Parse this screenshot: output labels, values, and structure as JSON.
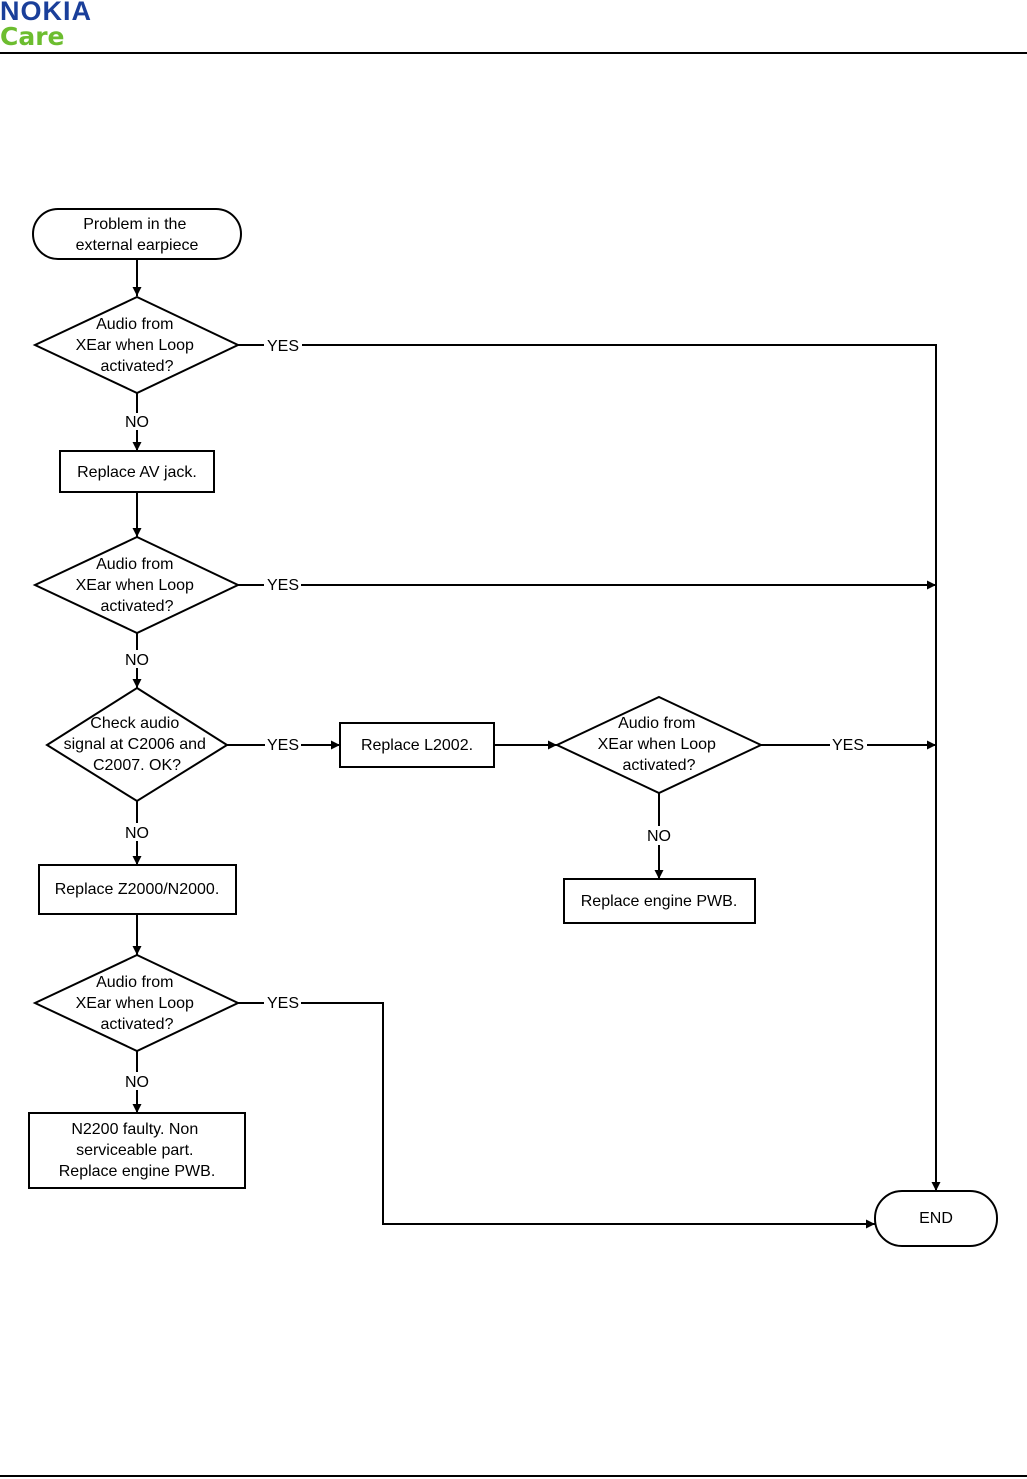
{
  "header": {
    "logo_brand": "NOKIA",
    "logo_sub": "Care",
    "brand_color": "#1a3f9a",
    "sub_color": "#6cbd2f"
  },
  "flowchart": {
    "start": [
      "Problem in the",
      "external earpiece"
    ],
    "decision_1": [
      "Audio from",
      "XEar when Loop",
      "activated?"
    ],
    "step_replace_av": [
      "Replace AV jack."
    ],
    "decision_2": [
      "Audio from",
      "XEar when Loop",
      "activated?"
    ],
    "decision_check": [
      "Check audio",
      "signal at C2006 and",
      "C2007. OK?"
    ],
    "step_replace_l2002": [
      "Replace L2002."
    ],
    "decision_3": [
      "Audio from",
      "XEar when Loop",
      "activated?"
    ],
    "step_engine_pwb_1": [
      "Replace engine PWB."
    ],
    "step_replace_z2000": [
      "Replace Z2000/N2000."
    ],
    "decision_4": [
      "Audio from",
      "XEar when Loop",
      "activated?"
    ],
    "step_n2200": [
      "N2200 faulty. Non",
      "serviceable part.",
      "Replace engine PWB."
    ],
    "end": [
      "END"
    ],
    "labels": {
      "yes_1": "YES",
      "no_1": "NO",
      "yes_2": "YES",
      "no_2": "NO",
      "yes_check": "YES",
      "no_check": "NO",
      "yes_3": "YES",
      "no_3": "NO",
      "yes_4": "YES",
      "no_4": "NO"
    }
  }
}
